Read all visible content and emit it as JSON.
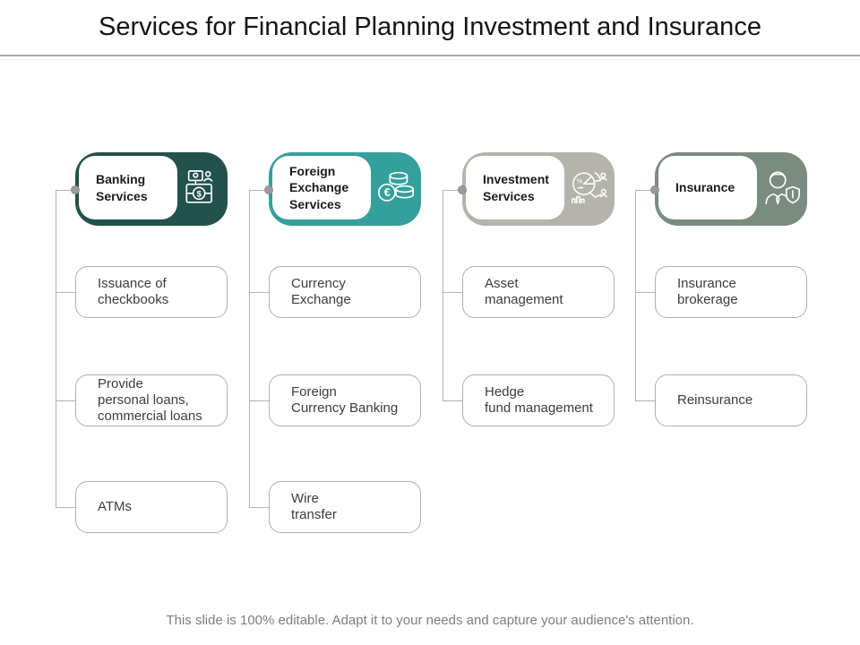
{
  "slide": {
    "title": "Services for Financial Planning Investment and Insurance",
    "footer": "This slide is 100% editable. Adapt it to your needs and capture your audience's attention."
  },
  "connector_color": "#b3b3b3",
  "item_border_color": "#b0b0b0",
  "columns": [
    {
      "label": "Banking\nServices",
      "color": "#23514B",
      "icon": "briefcase-dollar-icon",
      "items": [
        "Issuance of\ncheckbooks",
        "Provide\npersonal loans,\ncommercial loans",
        "ATMs"
      ]
    },
    {
      "label": "Foreign\nExchange\nServices",
      "color": "#35A09B",
      "icon": "euro-coins-stack-icon",
      "items": [
        "Currency\nExchange",
        "Foreign\nCurrency Banking",
        "Wire\ntransfer"
      ]
    },
    {
      "label": "Investment\nServices",
      "color": "#B4B4AC",
      "icon": "investment-pie-chart-icon",
      "items": [
        "Asset\nmanagement",
        "Hedge\nfund management"
      ]
    },
    {
      "label": "Insurance",
      "color": "#7A8B80",
      "icon": "insurance-agent-shield-icon",
      "items": [
        "Insurance\nbrokerage",
        "Reinsurance"
      ]
    }
  ]
}
